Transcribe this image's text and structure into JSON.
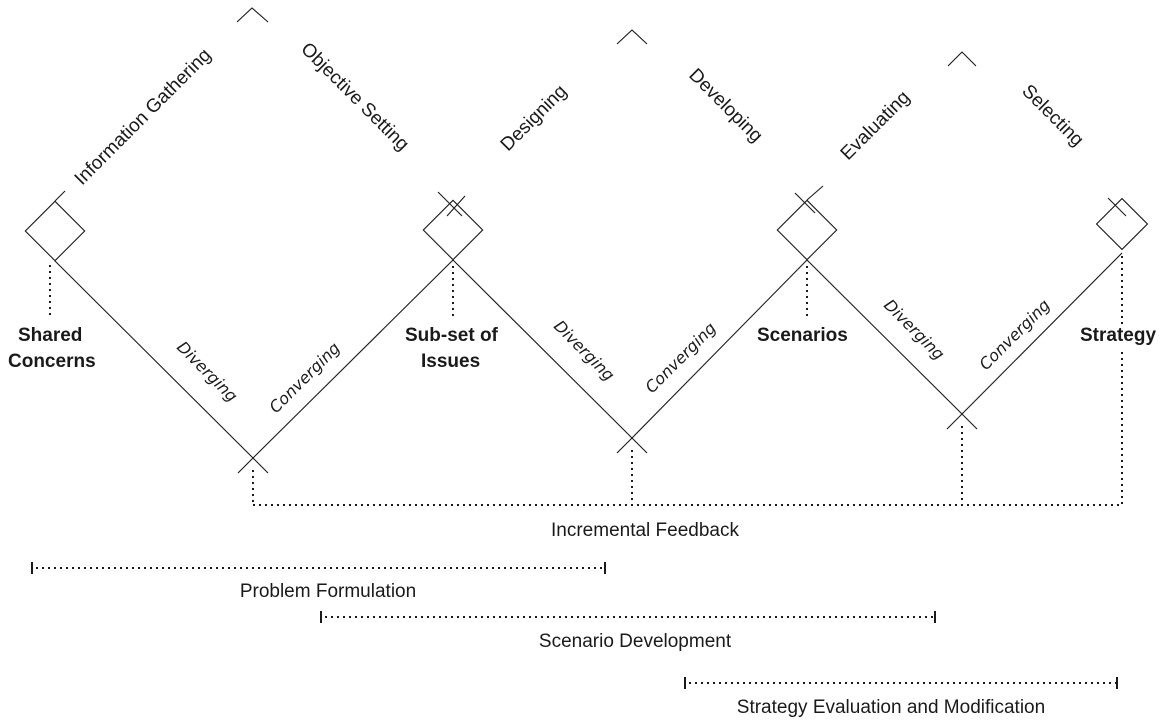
{
  "phases": {
    "p1": "Information Gathering",
    "p2": "Objective Setting",
    "p3": "Designing",
    "p4": "Developing",
    "p5": "Evaluating",
    "p6": "Selecting"
  },
  "results": {
    "r1_line1": "Shared",
    "r1_line2": "Concerns",
    "r2_line1": "Sub-set of",
    "r2_line2": "Issues",
    "r3": "Scenarios",
    "r4": "Strategy"
  },
  "arms": {
    "diverging": "Diverging",
    "converging": "Converging"
  },
  "feedback": "Incremental Feedback",
  "stages": {
    "problem_formulation": "Problem Formulation",
    "scenario_development": "Scenario Development",
    "strategy_evaluation": "Strategy Evaluation and Modification"
  }
}
